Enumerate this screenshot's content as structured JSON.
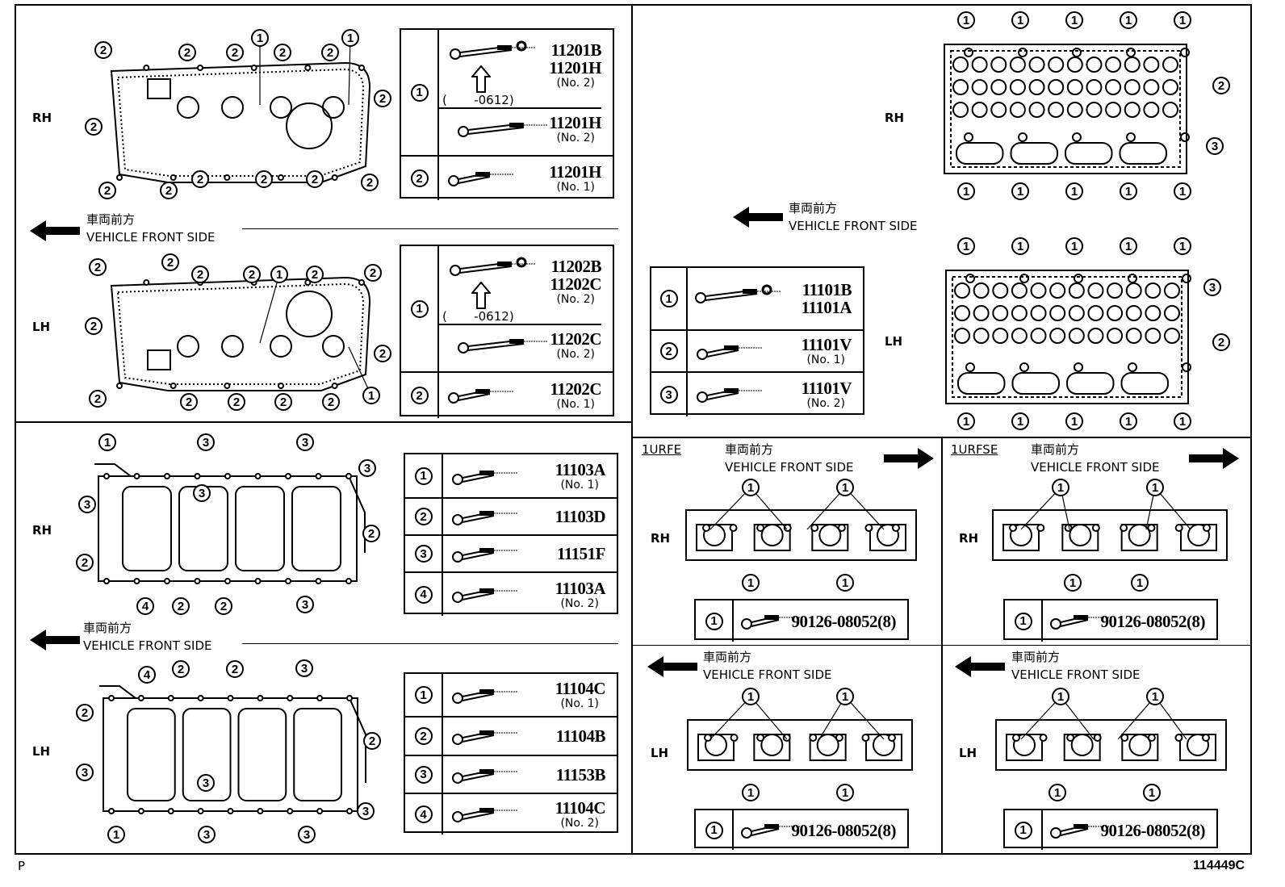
{
  "front_label": {
    "jp": "車両前方",
    "en": "VEHICLE FRONT SIDE"
  },
  "footer": {
    "left": "P",
    "code": "114449C"
  },
  "views": {
    "valve_cover_rh": {
      "side": "RH",
      "callouts": [
        "2",
        "2",
        "2",
        "1",
        "2",
        "2",
        "1",
        "2",
        "2",
        "2",
        "2",
        "2",
        "2",
        "2",
        "2"
      ]
    },
    "valve_cover_lh": {
      "side": "LH",
      "callouts": [
        "2",
        "2",
        "2",
        "2",
        "1",
        "2",
        "2",
        "2",
        "2",
        "2",
        "2",
        "2",
        "2",
        "2",
        "1"
      ]
    },
    "lower_rh": {
      "side": "RH",
      "callouts": [
        "1",
        "3",
        "3",
        "3",
        "3",
        "3",
        "2",
        "2",
        "4",
        "2",
        "2",
        "3"
      ]
    },
    "lower_lh": {
      "side": "LH",
      "callouts": [
        "4",
        "2",
        "2",
        "3",
        "2",
        "2",
        "3",
        "3",
        "3",
        "1",
        "3",
        "3"
      ]
    },
    "head_rh": {
      "side": "RH",
      "callouts": [
        "1",
        "1",
        "1",
        "1",
        "1",
        "2",
        "3",
        "1",
        "1",
        "1",
        "1",
        "1"
      ]
    },
    "head_lh": {
      "side": "LH",
      "callouts": [
        "1",
        "1",
        "1",
        "1",
        "1",
        "3",
        "2",
        "1",
        "1",
        "1",
        "1",
        "1"
      ]
    },
    "urfe_rh": {
      "engine": "1URFE",
      "side": "RH",
      "callouts": [
        "1",
        "1",
        "1",
        "1"
      ]
    },
    "urfse_rh": {
      "engine": "1URFSE",
      "side": "RH",
      "callouts": [
        "1",
        "1",
        "1",
        "1"
      ]
    },
    "urfe_lh": {
      "side": "LH",
      "callouts": [
        "1",
        "1",
        "1",
        "1"
      ]
    },
    "urfse_lh": {
      "side": "LH",
      "callouts": [
        "1",
        "1",
        "1",
        "1"
      ]
    }
  },
  "tables": {
    "valve_cover_rh": [
      {
        "num": "1",
        "items": [
          {
            "code": "11201B"
          },
          {
            "code": "11201H",
            "note": "(No. 2)"
          },
          {
            "bracket": "(       -0612)"
          },
          {
            "code": "11201H",
            "note": "(No. 2)"
          }
        ]
      },
      {
        "num": "2",
        "items": [
          {
            "code": "11201H",
            "note": "(No. 1)"
          }
        ]
      }
    ],
    "valve_cover_lh": [
      {
        "num": "1",
        "items": [
          {
            "code": "11202B"
          },
          {
            "code": "11202C",
            "note": "(No. 2)"
          },
          {
            "bracket": "(       -0612)"
          },
          {
            "code": "11202C",
            "note": "(No. 2)"
          }
        ]
      },
      {
        "num": "2",
        "items": [
          {
            "code": "11202C",
            "note": "(No. 1)"
          }
        ]
      }
    ],
    "lower_rh": [
      {
        "num": "1",
        "items": [
          {
            "code": "11103A",
            "note": "(No. 1)"
          }
        ]
      },
      {
        "num": "2",
        "items": [
          {
            "code": "11103D"
          }
        ]
      },
      {
        "num": "3",
        "items": [
          {
            "code": "11151F"
          }
        ]
      },
      {
        "num": "4",
        "items": [
          {
            "code": "11103A",
            "note": "(No. 2)"
          }
        ]
      }
    ],
    "lower_lh": [
      {
        "num": "1",
        "items": [
          {
            "code": "11104C",
            "note": "(No. 1)"
          }
        ]
      },
      {
        "num": "2",
        "items": [
          {
            "code": "11104B"
          }
        ]
      },
      {
        "num": "3",
        "items": [
          {
            "code": "11153B"
          }
        ]
      },
      {
        "num": "4",
        "items": [
          {
            "code": "11104C",
            "note": "(No. 2)"
          }
        ]
      }
    ],
    "head": [
      {
        "num": "1",
        "items": [
          {
            "code": "11101B"
          },
          {
            "code": "11101A"
          }
        ]
      },
      {
        "num": "2",
        "items": [
          {
            "code": "11101V",
            "note": "(No. 1)"
          }
        ]
      },
      {
        "num": "3",
        "items": [
          {
            "code": "11101V",
            "note": "(No. 2)"
          }
        ]
      }
    ],
    "urfe_rh": [
      {
        "num": "1",
        "items": [
          {
            "code": "90126-08052(8)"
          }
        ]
      }
    ],
    "urfse_rh": [
      {
        "num": "1",
        "items": [
          {
            "code": "90126-08052(8)"
          }
        ]
      }
    ],
    "urfe_lh": [
      {
        "num": "1",
        "items": [
          {
            "code": "90126-08052(8)"
          }
        ]
      }
    ],
    "urfse_lh": [
      {
        "num": "1",
        "items": [
          {
            "code": "90126-08052(8)"
          }
        ]
      }
    ]
  },
  "icons": {
    "front_arrow": "arrow-icon",
    "bolt": "bolt-icon",
    "washer": "washer-icon",
    "direction_arrow": "up-arrow-icon"
  }
}
